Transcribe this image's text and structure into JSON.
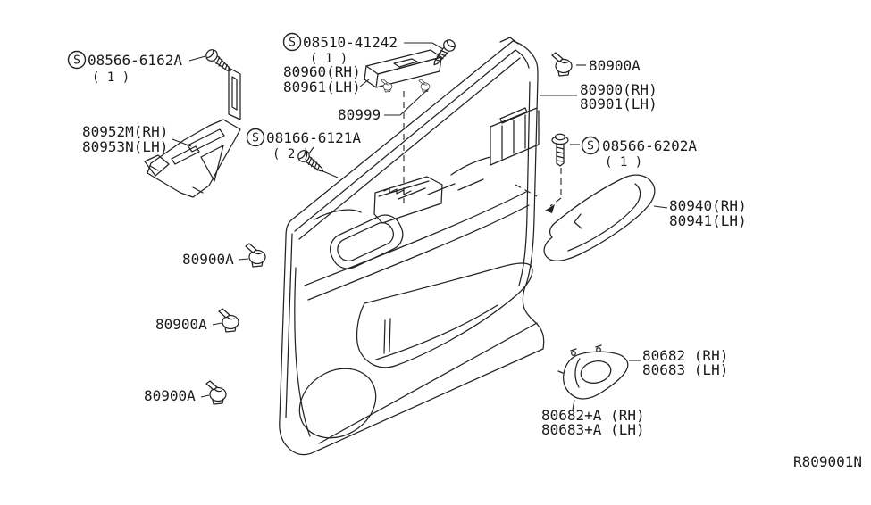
{
  "figure": {
    "ref_code": "R809001N",
    "background": "#ffffff",
    "line_color": "#232323",
    "text_color": "#1b1b1b"
  },
  "symbols": {
    "s": "S"
  },
  "parts": {
    "screw_6162a": {
      "number": "08566-6162A",
      "qty": "( 1 )"
    },
    "bracket": {
      "rh": "80952M(RH)",
      "lh": "80953N(LH)"
    },
    "screw_41242": {
      "number": "08510-41242",
      "qty": "( 1 )"
    },
    "switch_finisher": {
      "rh": "80960(RH)",
      "lh": "80961(LH)"
    },
    "spacer": {
      "number": "80999"
    },
    "screw_6121a": {
      "number": "08166-6121A",
      "qty": "( 2 )"
    },
    "clip_top": {
      "number": "80900A"
    },
    "door_finisher": {
      "rh": "80900(RH)",
      "lh": "80901(LH)"
    },
    "bolt_6202a": {
      "number": "08566-6202A",
      "qty": "( 1 )"
    },
    "armrest": {
      "rh": "80940(RH)",
      "lh": "80941(LH)"
    },
    "clip_mid": {
      "number": "80900A"
    },
    "clip_low": {
      "number": "80900A"
    },
    "clip_bottom": {
      "number": "80900A"
    },
    "escutcheon": {
      "rh": "80682 (RH)",
      "lh": "80683 (LH)"
    },
    "escutcheon_a": {
      "rh": "80682+A (RH)",
      "lh": "80683+A (LH)"
    }
  }
}
